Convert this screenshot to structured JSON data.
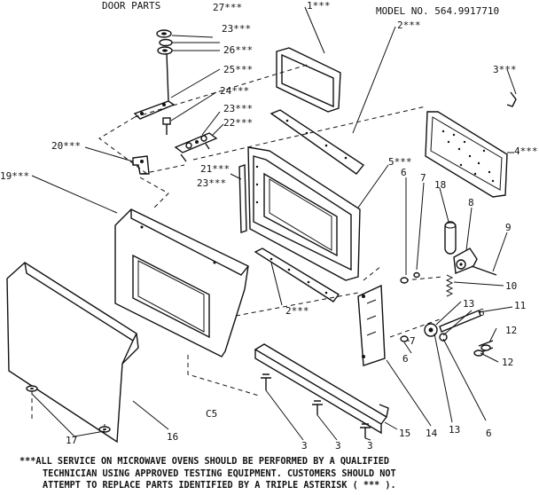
{
  "header": {
    "title": "DOOR PARTS",
    "model": "MODEL NO. 564.9917710"
  },
  "figure_code": "C5",
  "parts": [
    {
      "id": "p27",
      "label": "27***"
    },
    {
      "id": "p23a",
      "label": "23***"
    },
    {
      "id": "p26",
      "label": "26***"
    },
    {
      "id": "p25",
      "label": "25***"
    },
    {
      "id": "p24",
      "label": "24***"
    },
    {
      "id": "p23b",
      "label": "23***"
    },
    {
      "id": "p22",
      "label": "22***"
    },
    {
      "id": "p20",
      "label": "20***"
    },
    {
      "id": "p21",
      "label": "21***"
    },
    {
      "id": "p23c",
      "label": "23***"
    },
    {
      "id": "p19",
      "label": "19***"
    },
    {
      "id": "p1",
      "label": "1***"
    },
    {
      "id": "p2a",
      "label": "2***"
    },
    {
      "id": "p3a",
      "label": "3***"
    },
    {
      "id": "p4",
      "label": "4***"
    },
    {
      "id": "p5",
      "label": "5***"
    },
    {
      "id": "p6a",
      "label": "6"
    },
    {
      "id": "p7a",
      "label": "7"
    },
    {
      "id": "p18",
      "label": "18"
    },
    {
      "id": "p8",
      "label": "8"
    },
    {
      "id": "p9",
      "label": "9"
    },
    {
      "id": "p10",
      "label": "10"
    },
    {
      "id": "p11",
      "label": "11"
    },
    {
      "id": "p13a",
      "label": "13"
    },
    {
      "id": "p6b",
      "label": "6"
    },
    {
      "id": "p12a",
      "label": "12"
    },
    {
      "id": "p12b",
      "label": "12"
    },
    {
      "id": "p2b",
      "label": "2***"
    },
    {
      "id": "p7b",
      "label": "7"
    },
    {
      "id": "p6c",
      "label": "6"
    },
    {
      "id": "p14",
      "label": "14"
    },
    {
      "id": "p13b",
      "label": "13"
    },
    {
      "id": "p6d",
      "label": "6"
    },
    {
      "id": "p15",
      "label": "15"
    },
    {
      "id": "p3b",
      "label": "3"
    },
    {
      "id": "p3c",
      "label": "3"
    },
    {
      "id": "p3d",
      "label": "3"
    },
    {
      "id": "p16",
      "label": "16"
    },
    {
      "id": "p17",
      "label": "17"
    }
  ],
  "footer": {
    "line1": "***ALL SERVICE ON MICROWAVE OVENS SHOULD BE PERFORMED BY A QUALIFIED",
    "line2": "TECHNICIAN USING APPROVED TESTING EQUIPMENT. CUSTOMERS SHOULD NOT",
    "line3": "ATTEMPT TO REPLACE PARTS IDENTIFIED BY A TRIPLE ASTERISK ( *** )."
  }
}
